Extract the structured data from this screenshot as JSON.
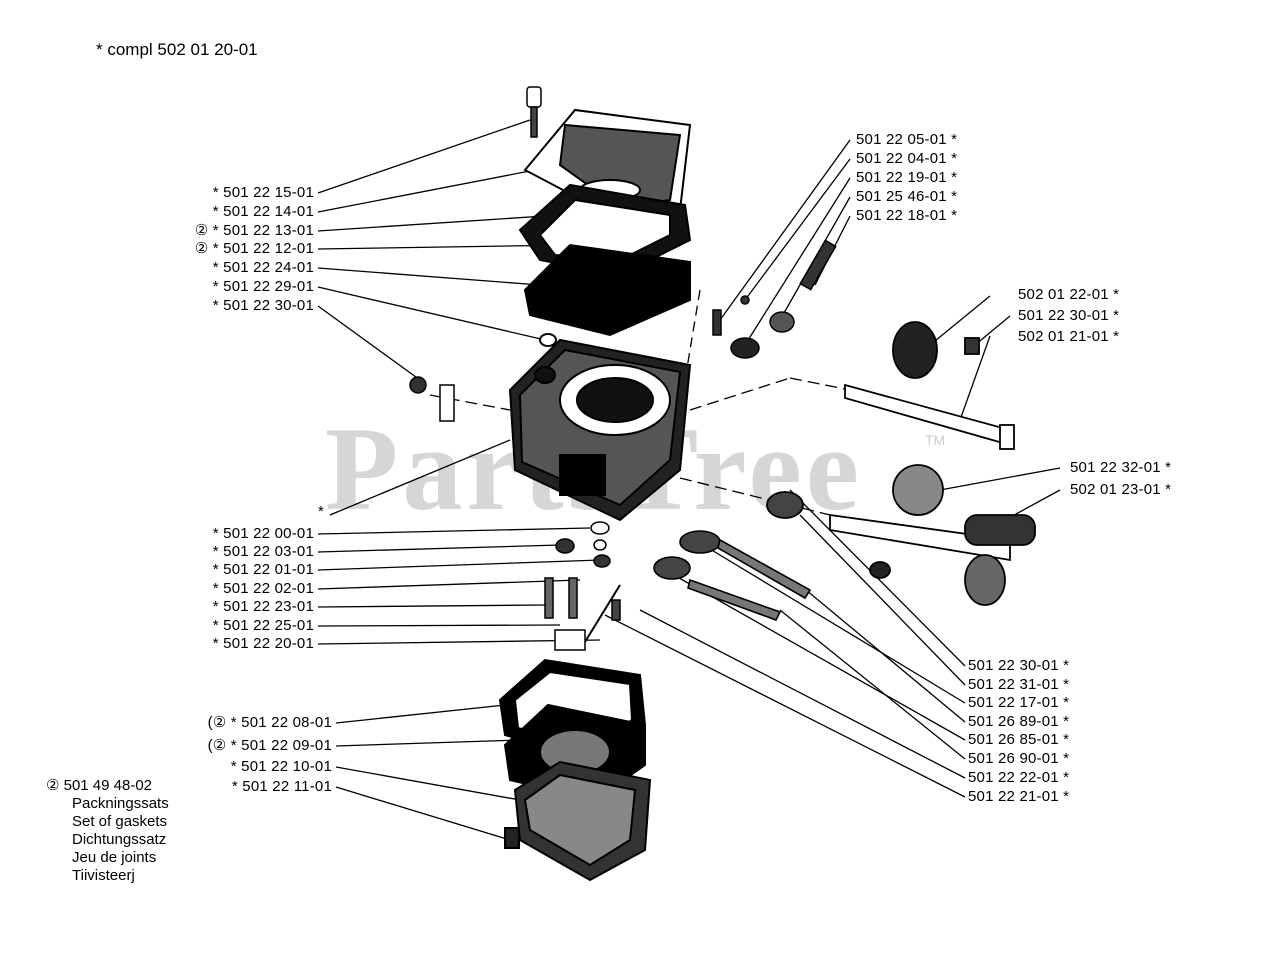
{
  "header": {
    "compl": "*  compl 502 01 20-01"
  },
  "watermark": {
    "text": "PartsTree",
    "tm": "TM"
  },
  "labels_left_top": [
    "*  501 22 15-01",
    "*  501 22 14-01",
    "②  *  501 22 13-01",
    "②  *  501 22 12-01",
    "*  501 22 24-01",
    "*  501 22 29-01",
    "*  501 22 30-01"
  ],
  "body_star": "*",
  "labels_left_mid": [
    "*  501 22 00-01",
    "*  501 22 03-01",
    "*  501 22 01-01",
    "*  501 22 02-01",
    "*  501 22 23-01",
    "*  501 22 25-01",
    "*  501 22 20-01"
  ],
  "labels_left_bottom": [
    "(②  *  501 22 08-01",
    "(②  *  501 22 09-01",
    "*  501 22 10-01",
    "*  501 22 11-01"
  ],
  "labels_right_top": [
    "501 22 05-01  *",
    "501 22 04-01  *",
    "501 22 19-01  *",
    "501 25 46-01  *",
    "501 22 18-01  *"
  ],
  "labels_right_upper": [
    "502 01 22-01  *",
    "501 22 30-01  *",
    "502 01 21-01  *"
  ],
  "labels_right_mid": [
    "501 22 32-01  *",
    "502 01 23-01  *"
  ],
  "labels_right_bottom": [
    "501 22 30-01  *",
    "501 22 31-01  *",
    "501 22 17-01  *",
    "501 26 89-01  *",
    "501 26 85-01  *",
    "501 26 90-01  *",
    "501 22 22-01  *",
    "501 22 21-01  *"
  ],
  "gasket_kit": {
    "number": "②  501 49 48-02",
    "lines": [
      "Packningssats",
      "Set of gaskets",
      "Dichtungssatz",
      "Jeu de joints",
      "Tiivisteerj"
    ]
  }
}
